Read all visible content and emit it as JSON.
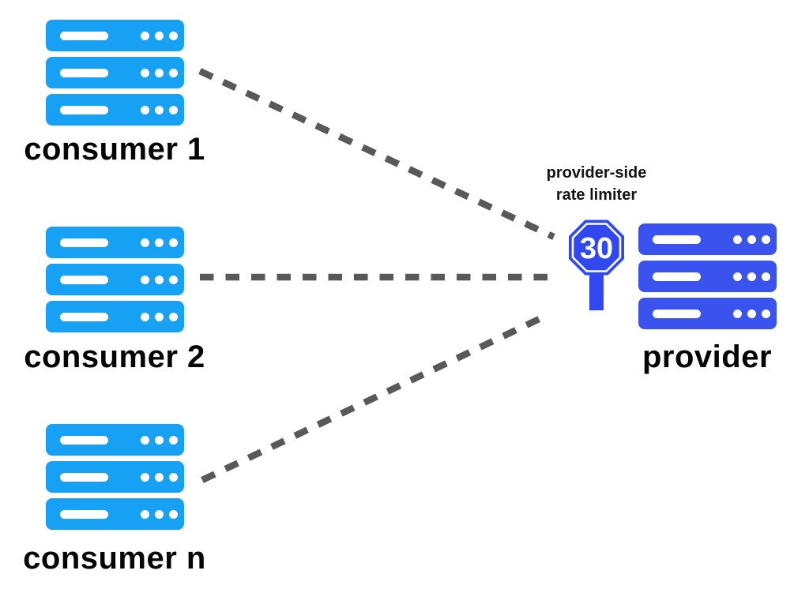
{
  "diagram": {
    "consumers": [
      {
        "label": "consumer 1"
      },
      {
        "label": "consumer 2"
      },
      {
        "label": "consumer n"
      }
    ],
    "provider": {
      "label": "provider"
    },
    "rate_limiter": {
      "title_line1": "provider-side",
      "title_line2": "rate limiter",
      "limit": "30"
    },
    "colors": {
      "consumer_blue": "#17a1f4",
      "provider_blue": "#3a52ee",
      "sign_blue": "#2f48f0",
      "dash_gray": "#595959",
      "label_black": "#050505",
      "detail_white": "#ffffff"
    }
  }
}
